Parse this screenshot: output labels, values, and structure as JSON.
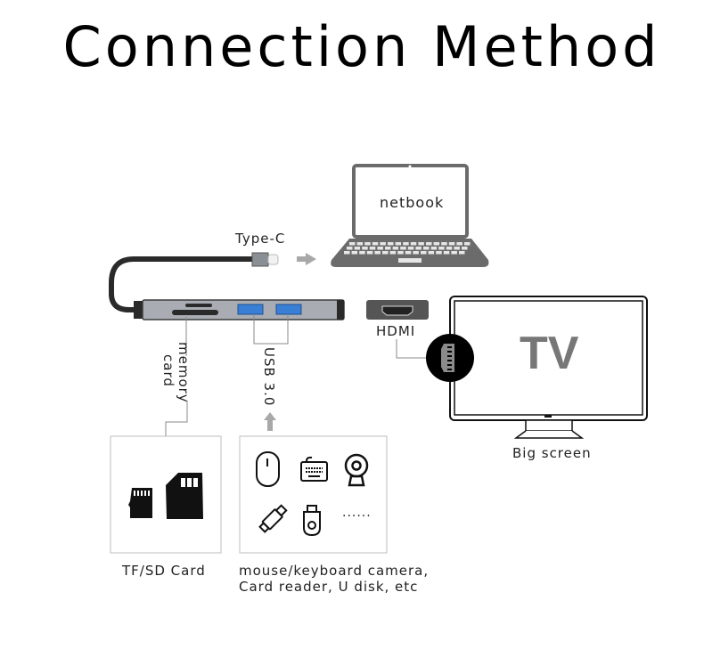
{
  "title": "Connection Method",
  "colors": {
    "hub_body": "#a9adb3",
    "usb_port": "#3a7fd6",
    "arrow": "#a8a8a8",
    "laptop": "#6b6b6b",
    "tv_text": "#777777",
    "box_border": "#bdbdbd"
  },
  "labels": {
    "type_c": "Type-C",
    "netbook": "netbook",
    "hdmi": "HDMI",
    "tv": "TV",
    "big_screen": "Big screen",
    "memory_card_line1": "memory",
    "memory_card_line2": "card",
    "usb": "USB 3.0",
    "tf_sd_card": "TF/SD Card",
    "peripherals_line1": "mouse/keyboard camera,",
    "peripherals_line2": "Card reader, U disk, etc",
    "more": "......"
  },
  "peripheral_icons": [
    "mouse-icon",
    "keyboard-icon",
    "webcam-icon",
    "usb-flash-drive-icon",
    "u-disk-icon",
    "ellipsis"
  ],
  "card_icons": [
    "micro-sd-card-icon",
    "sd-card-icon"
  ]
}
